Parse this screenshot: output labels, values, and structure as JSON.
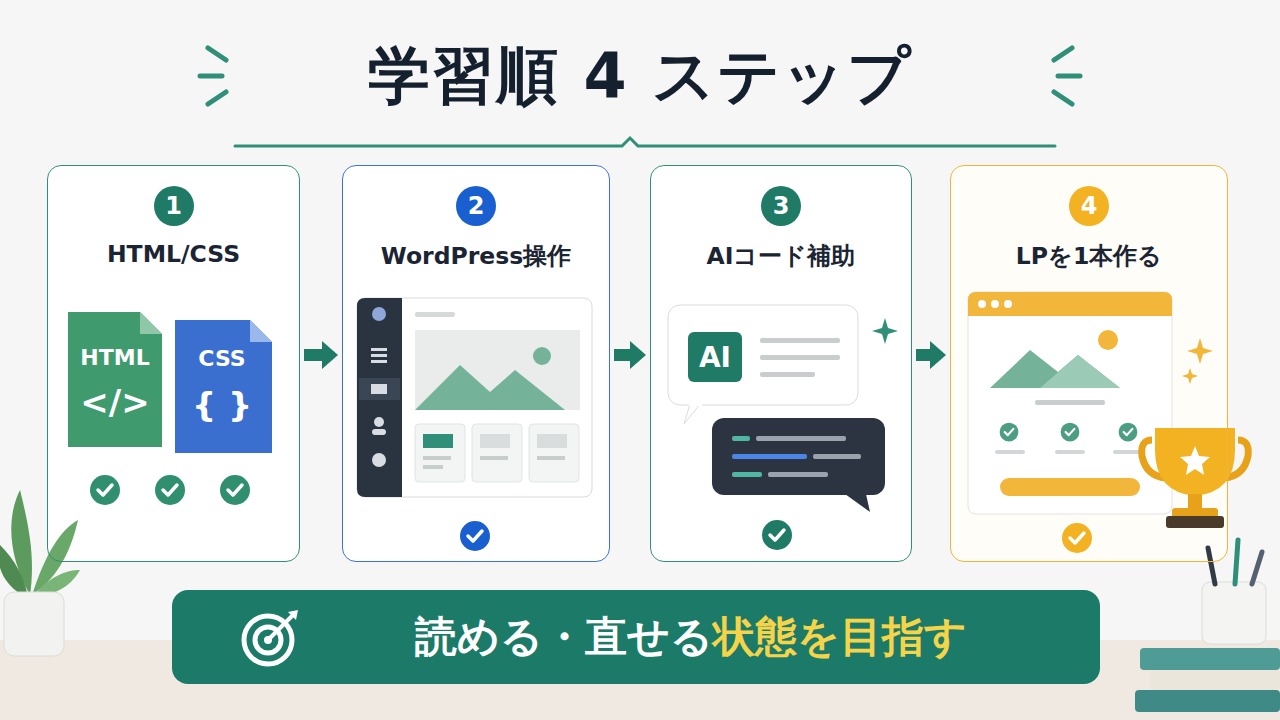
{
  "diagram": {
    "title": "学習順 4 ステップ",
    "nodes": [
      {
        "text": [
          "1",
          "HTML/CSS"
        ]
      },
      {
        "text": [
          "2",
          "WordPress操作"
        ]
      },
      {
        "text": [
          "3",
          "AIコード補助"
        ]
      },
      {
        "text": [
          "4",
          "LPを1本作る"
        ]
      },
      {
        "text": [
          "読める・直せる",
          "状態を目指す"
        ]
      }
    ],
    "edges": [
      {
        "from": 0,
        "to": 1,
        "arrow": "to"
      },
      {
        "from": 1,
        "to": 2,
        "arrow": "to"
      },
      {
        "from": 2,
        "to": 3,
        "arrow": "to"
      }
    ],
    "labels": [
      "HTML",
      "</>",
      "CSS",
      "{ }",
      "AI"
    ]
  }
}
